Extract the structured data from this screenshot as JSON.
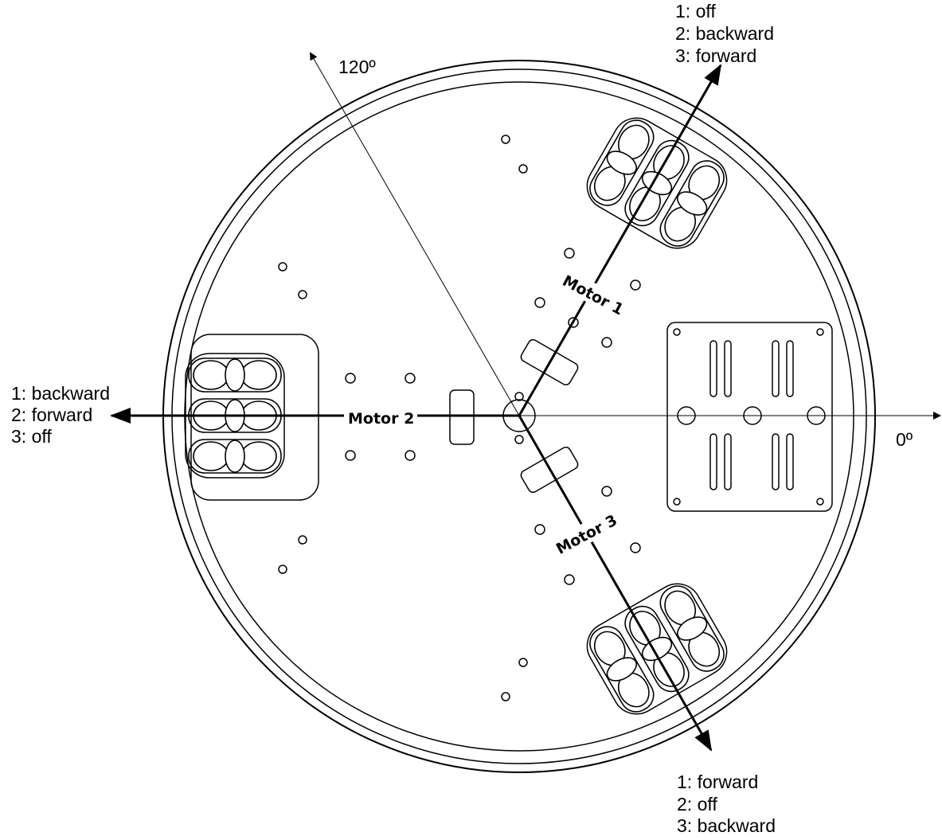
{
  "angles": {
    "a120": "120º",
    "a0": "0º"
  },
  "motors": {
    "m1": {
      "name": "Motor 1",
      "states": [
        "1: off",
        "2: backward",
        "3: forward"
      ]
    },
    "m2": {
      "name": "Motor 2",
      "states": [
        "1: backward",
        "2: forward",
        "3: off"
      ]
    },
    "m3": {
      "name": "Motor 3",
      "states": [
        "1: forward",
        "2: off",
        "3: backward"
      ]
    }
  },
  "colors": {
    "line": "#000000",
    "background": "#ffffff"
  }
}
